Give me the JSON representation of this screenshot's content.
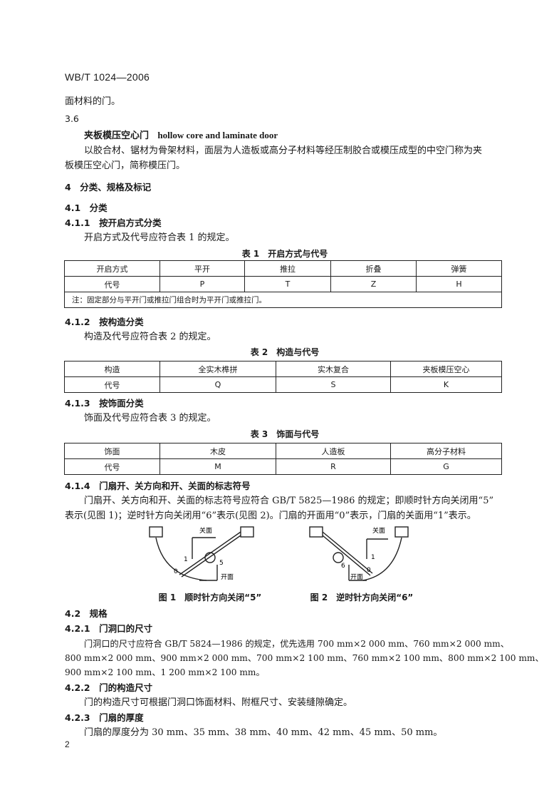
{
  "header": {
    "standard_no": "WB/T 1024—2006"
  },
  "body": {
    "line_continuation": "面材料的门。",
    "s3_6_num": "3.6",
    "s3_6_title_cn": "夹板模压空心门",
    "s3_6_title_en": "hollow core and laminate door",
    "s3_6_text_1": "以胶合材、锯材为骨架材料，面层为人造板或高分子材料等经压制胶合或模压成型的中空门称为夹",
    "s3_6_text_2": "板模压空心门，简称模压门。",
    "s4": "4　分类、规格及标记",
    "s4_1": "4.1　分类",
    "s4_1_1": "4.1.1　按开启方式分类",
    "s4_1_1_text": "开启方式及代号应符合表 1 的规定。",
    "s4_1_2": "4.1.2　按构造分类",
    "s4_1_2_text": "构造及代号应符合表 2 的规定。",
    "s4_1_3": "4.1.3　按饰面分类",
    "s4_1_3_text": "饰面及代号应符合表 3 的规定。",
    "s4_1_4": "4.1.4　门扇开、关方向和开、关面的标志符号",
    "s4_1_4_text_1": "门扇开、关方向和开、关面的标志符号应符合 GB/T 5825—1986 的规定；即顺时针方向关闭用“5”",
    "s4_1_4_text_2": "表示(见图 1)；逆时针方向关闭用“6”表示(见图 2)。门扇的开面用“0”表示，门扇的关面用“1”表示。",
    "s4_2": "4.2　规格",
    "s4_2_1": "4.2.1　门洞口的尺寸",
    "s4_2_1_text_1": "门洞口的尺寸应符合 GB/T 5824—1986 的规定，优先选用 700 mm×2 000 mm、760 mm×2 000 mm、",
    "s4_2_1_text_2": "800 mm×2 000 mm、900 mm×2 000 mm、700 mm×2 100 mm、760 mm×2 100 mm、800 mm×2 100 mm、",
    "s4_2_1_text_3": "900 mm×2 100 mm、1 200 mm×2 100 mm。",
    "s4_2_2": "4.2.2　门的构造尺寸",
    "s4_2_2_text": "门的构造尺寸可根据门洞口饰面材料、附框尺寸、安装缝隙确定。",
    "s4_2_3": "4.2.3　门扇的厚度",
    "s4_2_3_text": "门扇的厚度分为 30 mm、35 mm、38 mm、40 mm、42 mm、45 mm、50 mm。"
  },
  "table1": {
    "caption": "表 1　开启方式与代号",
    "headers": [
      "开启方式",
      "平开",
      "推拉",
      "折叠",
      "弹簧"
    ],
    "codes": [
      "代号",
      "P",
      "T",
      "Z",
      "H"
    ],
    "note": "注：固定部分与平开门或推拉门组合时为平开门或推拉门。"
  },
  "table2": {
    "caption": "表 2　构造与代号",
    "headers": [
      "构造",
      "全实木榫拼",
      "实木复合",
      "夹板模压空心"
    ],
    "codes": [
      "代号",
      "Q",
      "S",
      "K"
    ]
  },
  "table3": {
    "caption": "表 3　饰面与代号",
    "headers": [
      "饰面",
      "木皮",
      "人造板",
      "高分子材料"
    ],
    "codes": [
      "代号",
      "M",
      "R",
      "G"
    ]
  },
  "figures": {
    "fig1": {
      "caption": "图 1　顺时针方向关闭“5”",
      "close_face": "关面",
      "open_face": "开面",
      "close_code": "1",
      "open_code": "0",
      "dir_code": "5"
    },
    "fig2": {
      "caption": "图 2　逆时针方向关闭“6”",
      "close_face": "关面",
      "open_face": "开面",
      "close_code": "1",
      "open_code": "0",
      "dir_code": "6"
    }
  },
  "footer": {
    "page_number": "2"
  }
}
